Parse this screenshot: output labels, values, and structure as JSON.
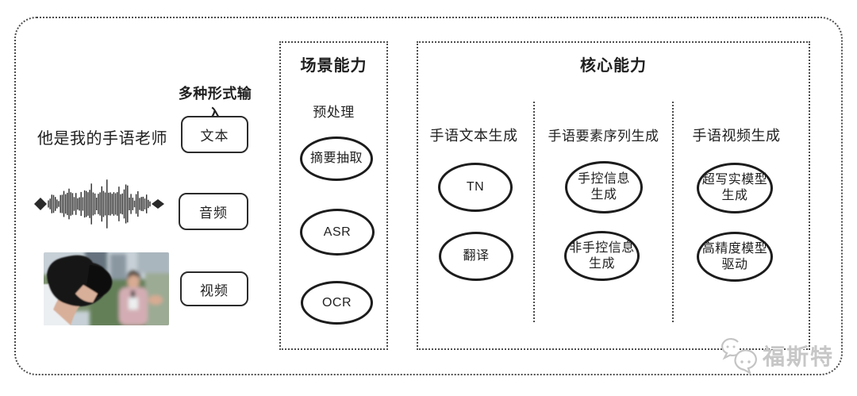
{
  "input": {
    "heading": "多种形式输入",
    "sample_sentence": "他是我的手语老师",
    "types": [
      {
        "label": "文本"
      },
      {
        "label": "音频"
      },
      {
        "label": "视频"
      }
    ],
    "media": {
      "waveform_icon": "audio-waveform-icon",
      "photo_icon": "reporter-video-photo"
    }
  },
  "scene": {
    "title": "场景能力",
    "stage_label": "预处理",
    "nodes": [
      {
        "lines": [
          "摘要抽取"
        ]
      },
      {
        "lines": [
          "ASR"
        ]
      },
      {
        "lines": [
          "OCR"
        ]
      }
    ]
  },
  "core": {
    "title": "核心能力",
    "columns": [
      {
        "header": "手语文本生成",
        "nodes": [
          {
            "lines": [
              "TN"
            ]
          },
          {
            "lines": [
              "翻译"
            ]
          }
        ]
      },
      {
        "header": "手语要素序列生成",
        "nodes": [
          {
            "lines": [
              "手控信息",
              "生成"
            ]
          },
          {
            "lines": [
              "非手控信息",
              "生成"
            ]
          }
        ]
      },
      {
        "header": "手语视频生成",
        "nodes": [
          {
            "lines": [
              "超写实模型",
              "生成"
            ]
          },
          {
            "lines": [
              "高精度模型",
              "驱动"
            ]
          }
        ]
      }
    ]
  },
  "watermark": {
    "brand": "福斯特",
    "logo": "chat-bubbles-icon"
  },
  "colors": {
    "line_dark": "#1c1c1c",
    "dotted_border": "#4d4d4d",
    "watermark_gray": "#c7c7c7",
    "background": "#ffffff"
  }
}
